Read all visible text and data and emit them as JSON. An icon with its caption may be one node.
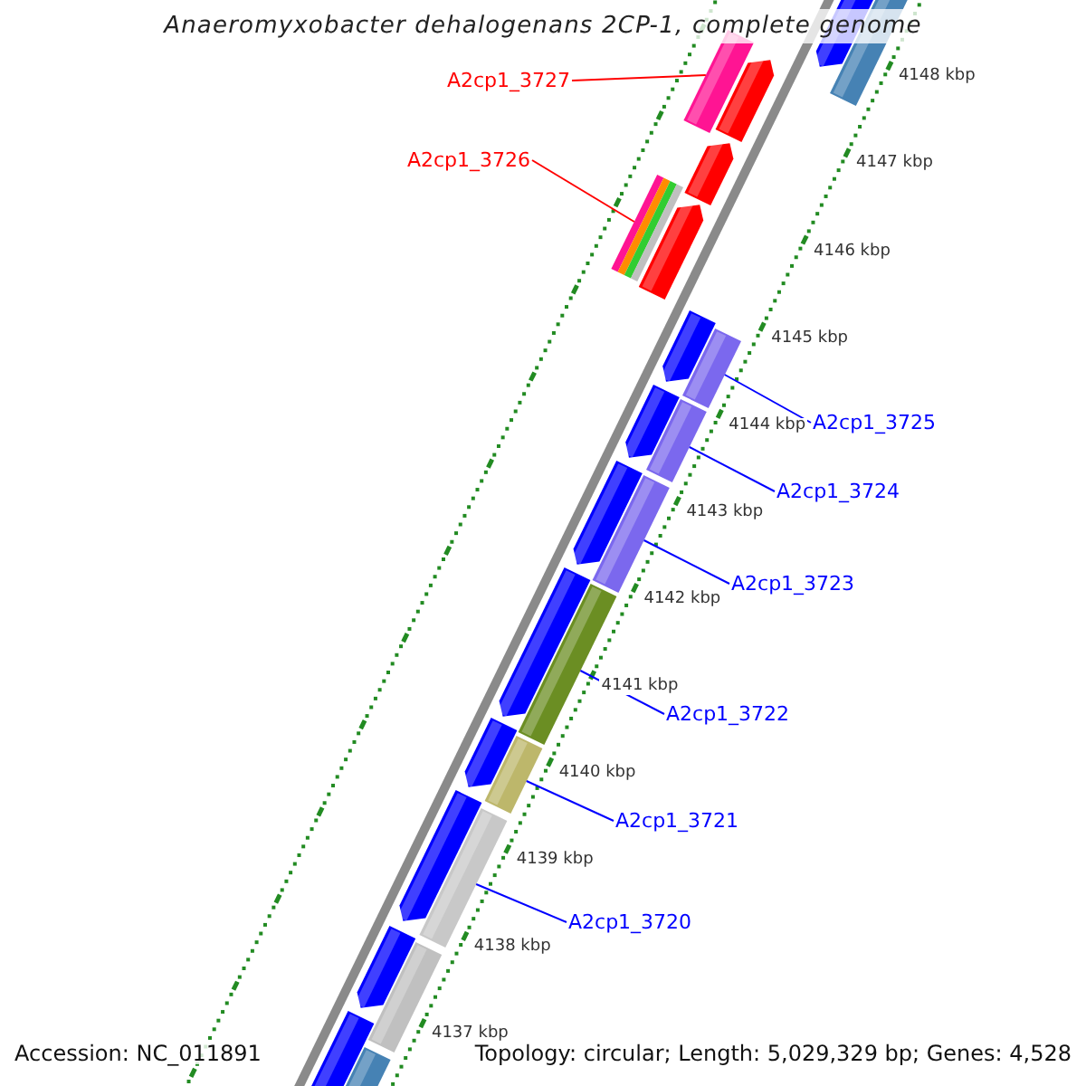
{
  "diagram": {
    "title": "Anaeromyxobacter dehalogenans 2CP-1, complete genome",
    "nodes": [
      {
        "text": [
          "A2cp1_3727"
        ]
      },
      {
        "text": [],
        "shape": "bar"
      },
      {
        "text": [
          "A2cp1_3726"
        ]
      },
      {
        "text": [],
        "shape": "bar"
      },
      {
        "text": [
          "A2cp1_3725"
        ]
      },
      {
        "text": [],
        "shape": "bar"
      },
      {
        "text": [
          "A2cp1_3724"
        ]
      },
      {
        "text": [],
        "shape": "bar"
      },
      {
        "text": [
          "A2cp1_3723"
        ]
      },
      {
        "text": [],
        "shape": "bar"
      },
      {
        "text": [
          "A2cp1_3722"
        ]
      },
      {
        "text": [],
        "shape": "bar"
      },
      {
        "text": [
          "A2cp1_3721"
        ]
      },
      {
        "text": [],
        "shape": "bar"
      },
      {
        "text": [
          "A2cp1_3720"
        ]
      },
      {
        "text": [],
        "shape": "bar"
      }
    ],
    "edges": [
      {
        "from": 0,
        "to": 1,
        "arrow": "none",
        "color": "#ff0000"
      },
      {
        "from": 2,
        "to": 3,
        "arrow": "none",
        "color": "#ff0000"
      },
      {
        "from": 4,
        "to": 5,
        "arrow": "none"
      },
      {
        "from": 6,
        "to": 7,
        "arrow": "none"
      },
      {
        "from": 8,
        "to": 9,
        "arrow": "none"
      },
      {
        "from": 10,
        "to": 11,
        "arrow": "none"
      },
      {
        "from": 12,
        "to": 13,
        "arrow": "none"
      },
      {
        "from": 14,
        "to": 15,
        "arrow": "none"
      }
    ],
    "labels": [
      "4148 kbp",
      "4147 kbp",
      "4146 kbp",
      "4145 kbp",
      "4144 kbp",
      "4143 kbp",
      "4142 kbp",
      "4141 kbp",
      "4140 kbp",
      "4139 kbp",
      "4138 kbp",
      "4137 kbp",
      "Accession: NC_011891",
      "Topology: circular; Length: 5,029,329 bp; Genes: 4,528"
    ]
  }
}
